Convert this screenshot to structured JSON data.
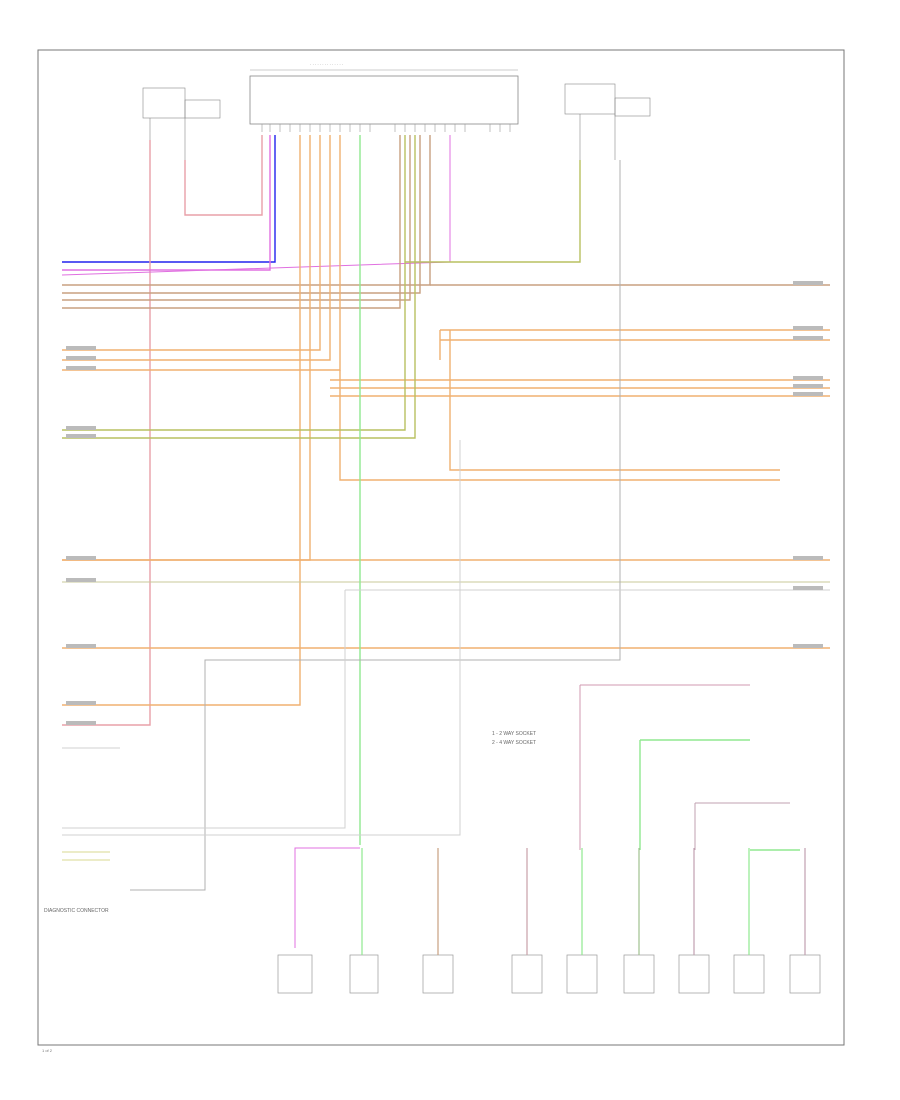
{
  "footer": {
    "page_code": "1 of 2"
  },
  "legend": {
    "item1": "1 - 2 WAY SOCKET",
    "item2": "2 - 4 WAY SOCKET"
  },
  "diagnostic_connector": {
    "label": "DIAGNOSTIC CONNECTOR"
  },
  "colors": {
    "border": "#777777",
    "red": "#e8a0a8",
    "pink": "#e070e0",
    "blue": "#2222ee",
    "orange": "#f0b070",
    "olive": "#b8c060",
    "light_green": "#90e890",
    "gray": "#b0b0b0",
    "brown": "#c8a080"
  }
}
